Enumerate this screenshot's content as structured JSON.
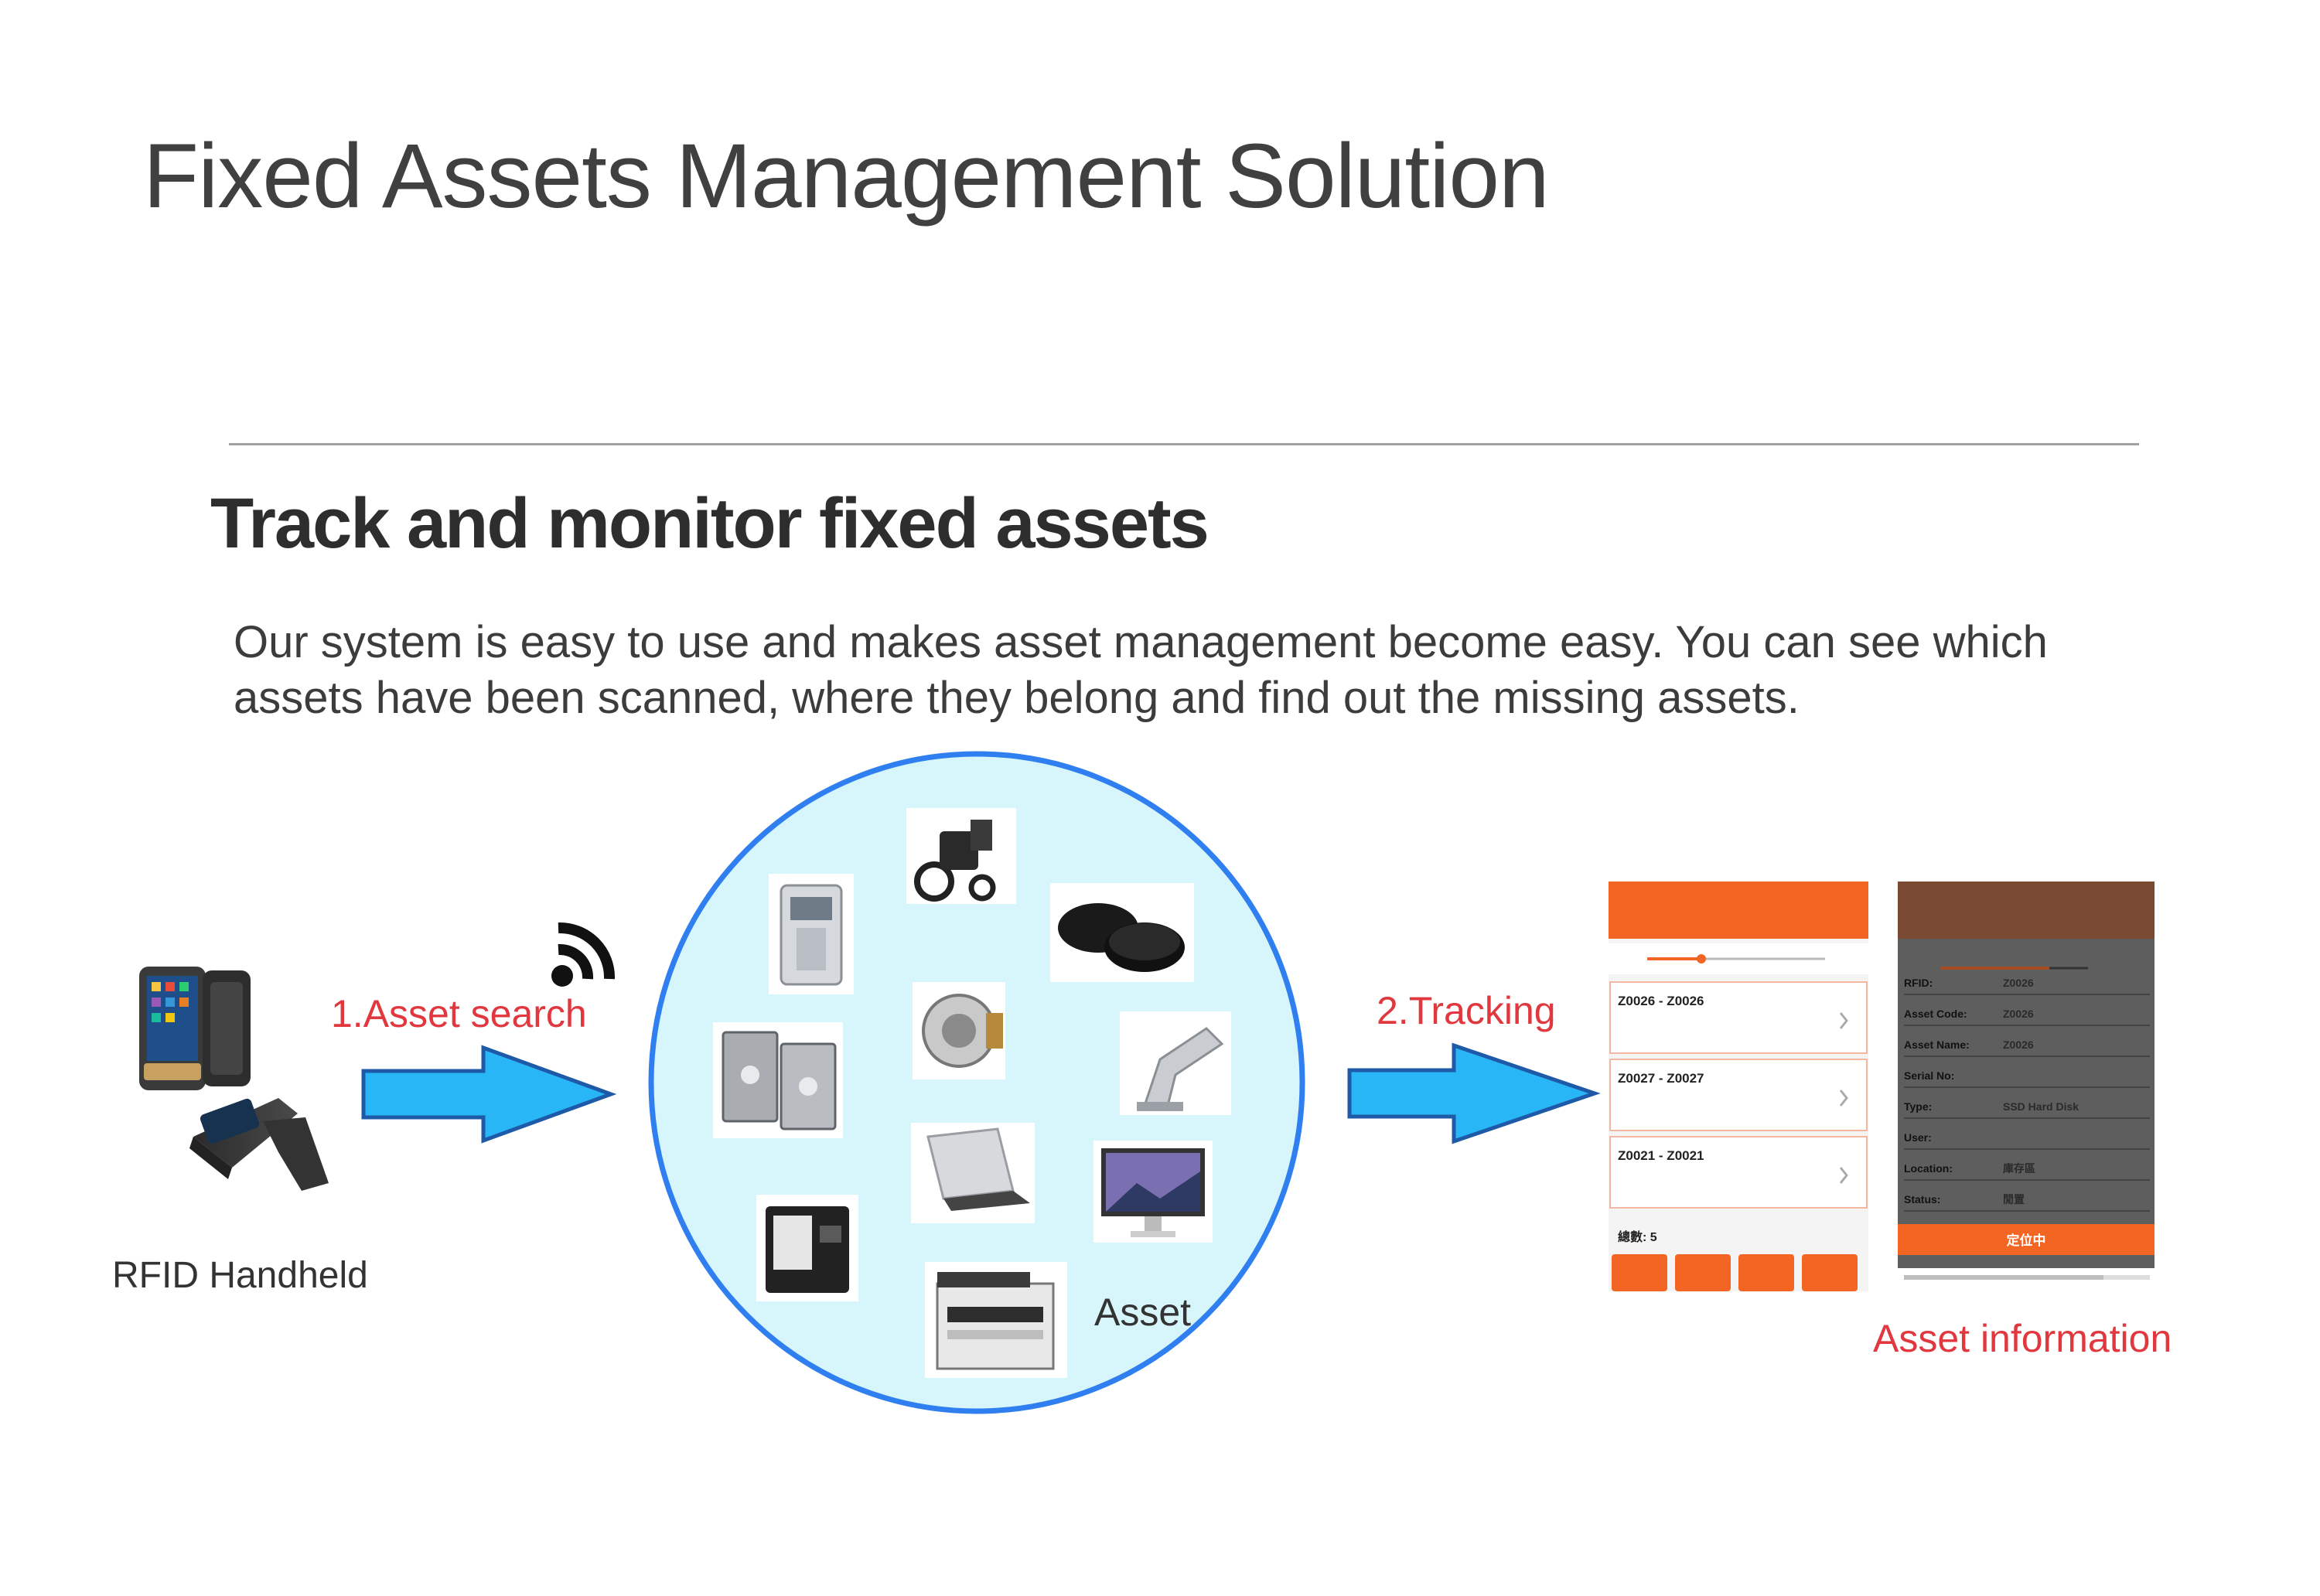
{
  "slide": {
    "title": "Fixed Assets Management Solution",
    "subtitle": "Track and monitor fixed assets",
    "description": "Our system is easy to use and makes asset management become easy. You can see which assets have been scanned, where they belong and find out the missing assets."
  },
  "diagram": {
    "step1_label": "1.Asset search",
    "step2_label": "2.Tracking",
    "device_label": "RFID Handheld",
    "asset_label": "Asset",
    "info_label": "Asset information",
    "icons": [
      "rfid-handheld-icon",
      "wireless-signal-icon",
      "arrow-right-icon",
      "asset-circle",
      "phone-screen"
    ],
    "colors": {
      "arrow_fill": "#29b6f6",
      "arrow_stroke": "#1e5aa8",
      "circle_fill": "#d7f6fb",
      "circle_stroke": "#2f7ff0",
      "label_red": "#e0383e",
      "app_orange": "#f26522"
    }
  },
  "list_screen": {
    "rows": [
      "Z0026 - Z0026",
      "Z0027 - Z0027",
      "Z0021 - Z0021"
    ],
    "footer": "總數: 5"
  },
  "detail_screen": {
    "fields": [
      "RFID:",
      "Asset Code:",
      "Asset Name:",
      "Serial No:",
      "Type:",
      "User:",
      "Location:",
      "Status:"
    ],
    "values": [
      "Z0026",
      "Z0026",
      "Z0026",
      "",
      "SSD Hard Disk",
      "",
      "庫存區",
      "閒置"
    ],
    "button": "定位中"
  }
}
